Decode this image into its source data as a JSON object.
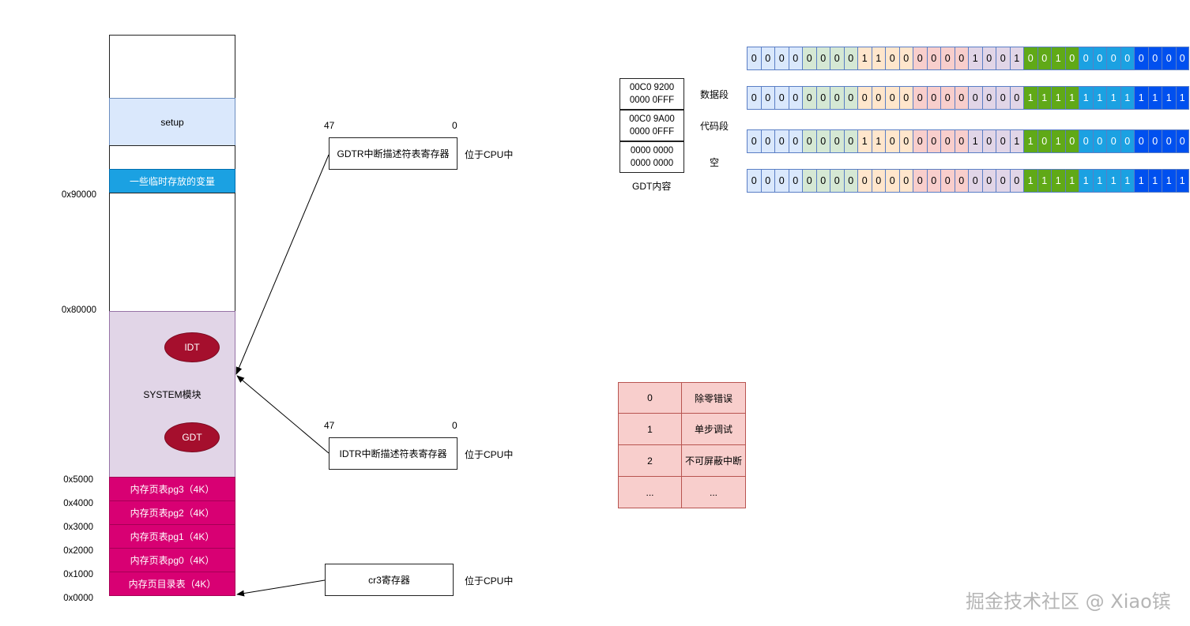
{
  "memory": {
    "setup": "setup",
    "temp_vars": "一些临时存放的变量",
    "system": "SYSTEM模块",
    "idt": "IDT",
    "gdt": "GDT",
    "pages": [
      "内存页表pg3（4K）",
      "内存页表pg2（4K）",
      "内存页表pg1（4K）",
      "内存页表pg0（4K）",
      "内存页目录表（4K）"
    ],
    "addresses": [
      "0x90000",
      "0x80000",
      "0x5000",
      "0x4000",
      "0x3000",
      "0x2000",
      "0x1000",
      "0x0000"
    ]
  },
  "registers": {
    "gdtr": {
      "high": "47",
      "low": "0",
      "label": "GDTR中断描述符表寄存器",
      "location": "位于CPU中"
    },
    "idtr": {
      "high": "47",
      "low": "0",
      "label": "IDTR中断描述符表寄存器",
      "location": "位于CPU中"
    },
    "cr3": {
      "label": "cr3寄存器",
      "location": "位于CPU中"
    }
  },
  "gdt": {
    "entries": [
      {
        "line1": "00C0 9200",
        "line2": "0000 0FFF",
        "desc": "数据段"
      },
      {
        "line1": "00C0 9A00",
        "line2": "0000 0FFF",
        "desc": "代码段"
      },
      {
        "line1": "0000 0000",
        "line2": "0000 0000",
        "desc": "空"
      }
    ],
    "caption": "GDT内容"
  },
  "bit_rows": [
    "00000000110000001001001000000000",
    "00000000000000000000111111111111",
    "00000000110000001001101000000000",
    "00000000000000000000111111111111"
  ],
  "bit_colors": [
    "#dae8fc",
    "#d5e8d4",
    "#ffe6cc",
    "#f8cecc",
    "#e1d5e7",
    "#60a917",
    "#1ba1e2",
    "#0050ef"
  ],
  "idt_table": [
    [
      "0",
      "除零错误"
    ],
    [
      "1",
      "单步调试"
    ],
    [
      "2",
      "不可屏蔽中断"
    ],
    [
      "...",
      "..."
    ]
  ],
  "watermark": "掘金技术社区 @ Xiao镔"
}
